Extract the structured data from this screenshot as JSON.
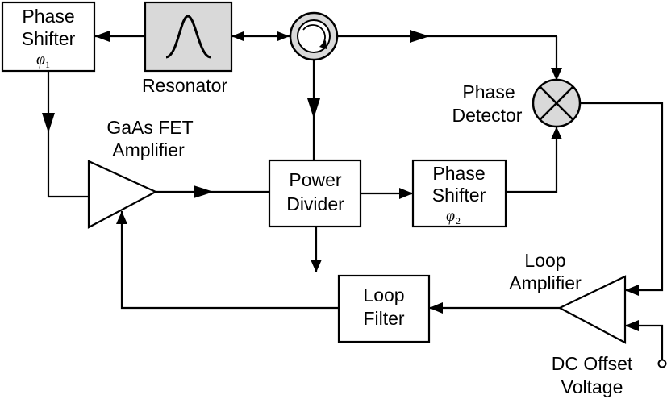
{
  "blocks": {
    "phase_shifter_1": {
      "line1": "Phase",
      "line2": "Shifter",
      "symbol": "φ",
      "subscript": "1"
    },
    "resonator": {
      "label": "Resonator"
    },
    "phase_detector": {
      "line1": "Phase",
      "line2": "Detector"
    },
    "gaas_fet_amplifier": {
      "line1": "GaAs FET",
      "line2": "Amplifier"
    },
    "power_divider": {
      "line1": "Power",
      "line2": "Divider"
    },
    "phase_shifter_2": {
      "line1": "Phase",
      "line2": "Shifter",
      "symbol": "φ",
      "subscript": "2"
    },
    "loop_amplifier": {
      "line1": "Loop",
      "line2": "Amplifier"
    },
    "loop_filter": {
      "line1": "Loop",
      "line2": "Filter"
    },
    "dc_offset_voltage": {
      "line1": "DC Offset",
      "line2": "Voltage"
    }
  },
  "colors": {
    "line": "#000000",
    "box_fill": "#ffffff",
    "resonator_fill": "#d9d9d9",
    "circulator_fill": "#d9d9d9",
    "detector_fill": "#d9d9d9"
  }
}
